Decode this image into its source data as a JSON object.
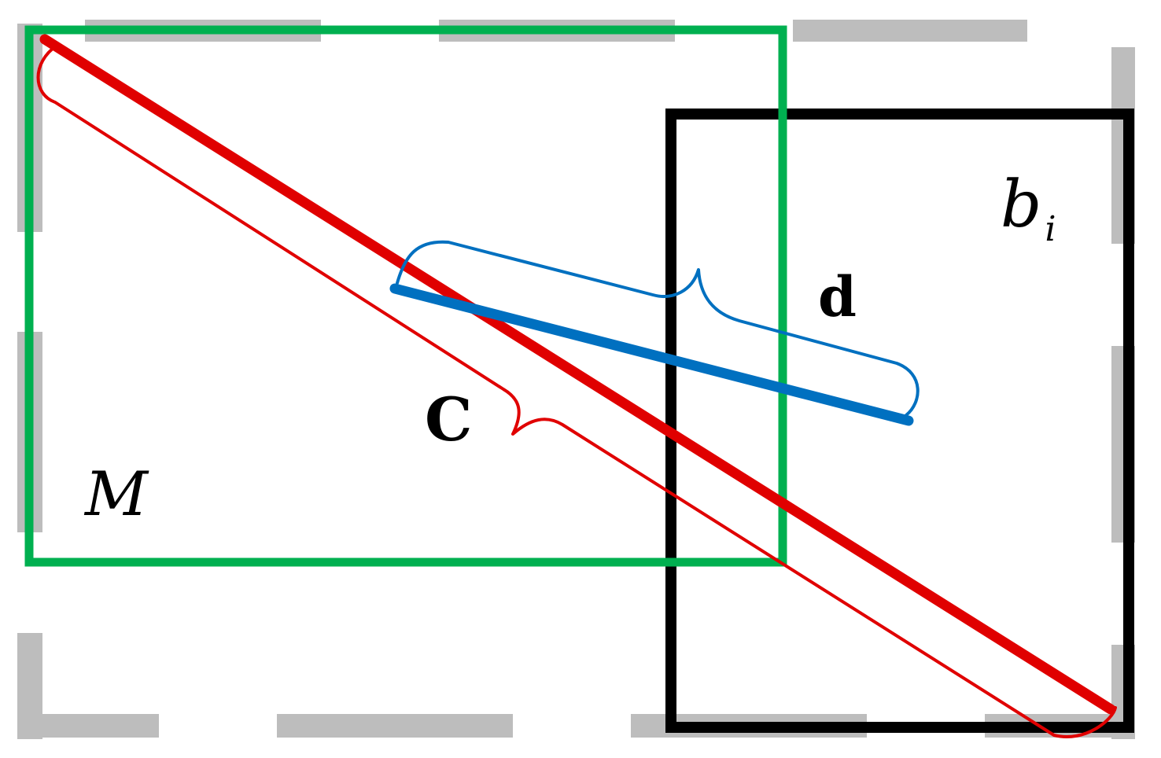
{
  "labels": {
    "box_m": "M",
    "box_b_base": "b",
    "box_b_sub": "i",
    "brace_c": "C",
    "brace_d": "d"
  },
  "colors": {
    "enclosing_box": "#bdbdbd",
    "box_m": "#00b050",
    "box_b": "#000000",
    "diagonal_c": "#e00000",
    "distance_d": "#0070c0"
  }
}
